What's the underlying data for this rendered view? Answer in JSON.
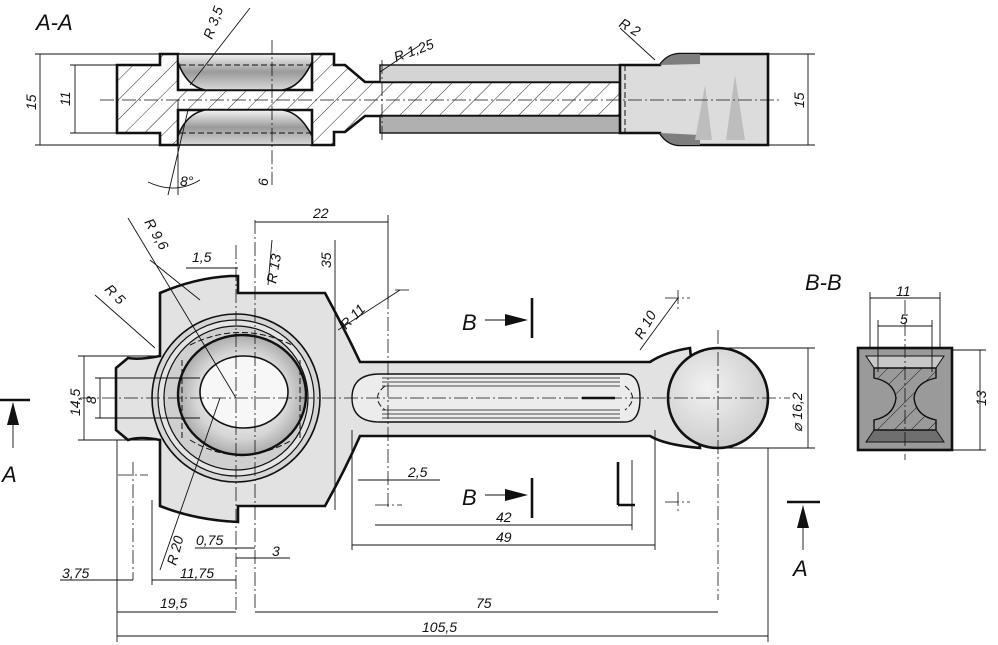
{
  "section_labels": {
    "section_aa": "A-A",
    "section_bb": "B-B",
    "cut_b_top": "B",
    "cut_b_bottom": "B",
    "arrow_a_left": "A",
    "arrow_a_right": "A"
  },
  "dimensions": {
    "aa_r35": "R 3,5",
    "aa_r125": "R 1,25",
    "aa_r2": "R 2",
    "aa_15_left": "15",
    "aa_11": "11",
    "aa_15_right": "15",
    "aa_6": "6",
    "aa_8deg": "8°",
    "d22": "22",
    "r96": "R 9,6",
    "d15": "1,5",
    "r13": "R 13",
    "d35": "35",
    "r5": "R 5",
    "r11": "R 11",
    "r10": "R 10",
    "d145": "14,5",
    "d8": "8",
    "dia162": "⌀ 16,2",
    "d25": "2,5",
    "d42": "42",
    "d49": "49",
    "r20": "R 20",
    "d075": "0,75",
    "d3": "3",
    "d375": "3,75",
    "d1175": "11,75",
    "d195": "19,5",
    "d75": "75",
    "d1055": "105,5",
    "bb_11": "11",
    "bb_5": "5",
    "bb_13": "13"
  },
  "colors": {
    "part_fill": "#e2e2e2",
    "shade_dark": "#8a8a8a",
    "line": "#111111"
  }
}
